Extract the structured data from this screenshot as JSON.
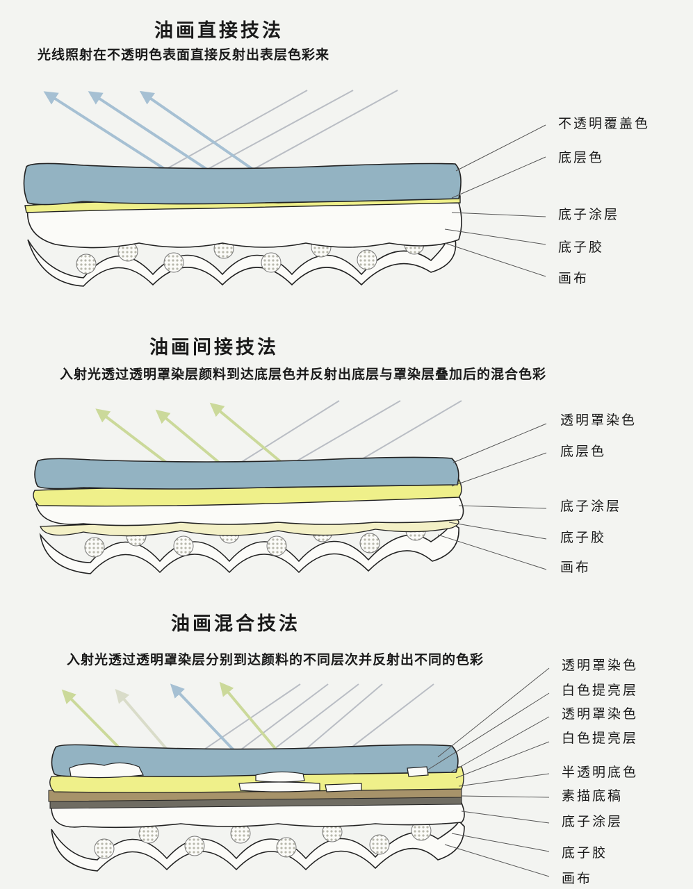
{
  "sections": [
    {
      "title": "油画直接技法",
      "subtitle": "光线照射在不透明色表面直接反射出表层色彩来",
      "labels": [
        "不透明覆盖色",
        "底层色",
        "底子涂层",
        "底子胶",
        "画布"
      ]
    },
    {
      "title": "油画间接技法",
      "subtitle": "入射光透过透明罩染层颜料到达底层色并反射出底层与罩染层叠加后的混合色彩",
      "labels": [
        "透明罩染色",
        "底层色",
        "底子涂层",
        "底子胶",
        "画布"
      ]
    },
    {
      "title": "油画混合技法",
      "subtitle": "入射光透过透明罩染层分别到达颜料的不同层次并反射出不同的色彩",
      "labels": [
        "透明罩染色",
        "白色提亮层",
        "透明罩染色",
        "白色提亮层",
        "半透明底色",
        "素描底稿",
        "底子涂层",
        "底子胶",
        "画布"
      ]
    }
  ],
  "colors": {
    "background": "#f3f4f1",
    "opaque_blue": "#93b3c2",
    "ground_yellow": "#eff08a",
    "pale_yellow": "#f3f0c6",
    "sketch_brown": "#a7936a",
    "sketch_dark": "#6f6c62",
    "canvas_white": "#fbfbf8",
    "thread_dots": "#b8b8ac",
    "reflected_blue": "#a6c0d3",
    "reflected_green": "#cbd99a",
    "incident_gray": "#b9bdc4"
  }
}
